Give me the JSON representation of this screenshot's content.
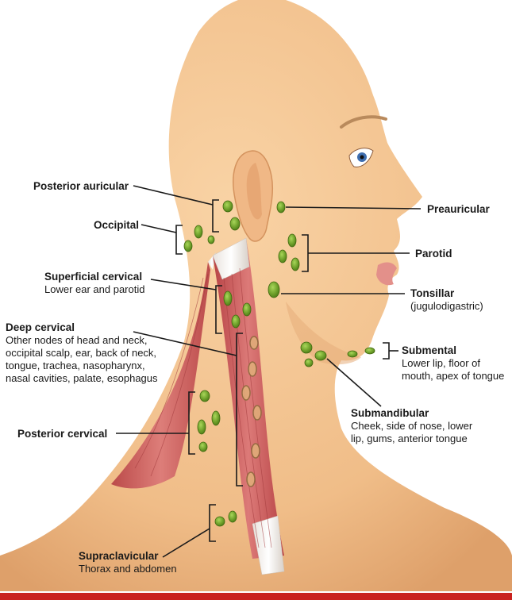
{
  "labels": {
    "posterior_auricular": {
      "title": "Posterior auricular"
    },
    "occipital": {
      "title": "Occipital"
    },
    "superficial_cervical": {
      "title": "Superficial cervical",
      "desc": "Lower ear and parotid"
    },
    "deep_cervical": {
      "title": "Deep cervical",
      "desc": [
        "Other nodes of head and neck,",
        "occipital scalp, ear, back of neck,",
        "tongue, trachea, nasopharynx,",
        "nasal cavities, palate, esophagus"
      ]
    },
    "posterior_cervical": {
      "title": "Posterior cervical"
    },
    "supraclavicular": {
      "title": "Supraclavicular",
      "desc": "Thorax and abdomen"
    },
    "preauricular": {
      "title": "Preauricular"
    },
    "parotid": {
      "title": "Parotid"
    },
    "tonsillar": {
      "title": "Tonsillar",
      "desc": "(jugulodigastric)"
    },
    "submental": {
      "title": "Submental",
      "desc": [
        "Lower lip, floor of",
        "mouth, apex of tongue"
      ]
    },
    "submandibular": {
      "title": "Submandibular",
      "desc": [
        "Cheek, side of nose, lower",
        "lip, gums, anterior tongue"
      ]
    }
  },
  "colors": {
    "skin": "#f3c493",
    "skin_shadow": "#e0a473",
    "node": "#6fa12b",
    "muscle": "#c9585a",
    "bar": "#c9211e"
  }
}
